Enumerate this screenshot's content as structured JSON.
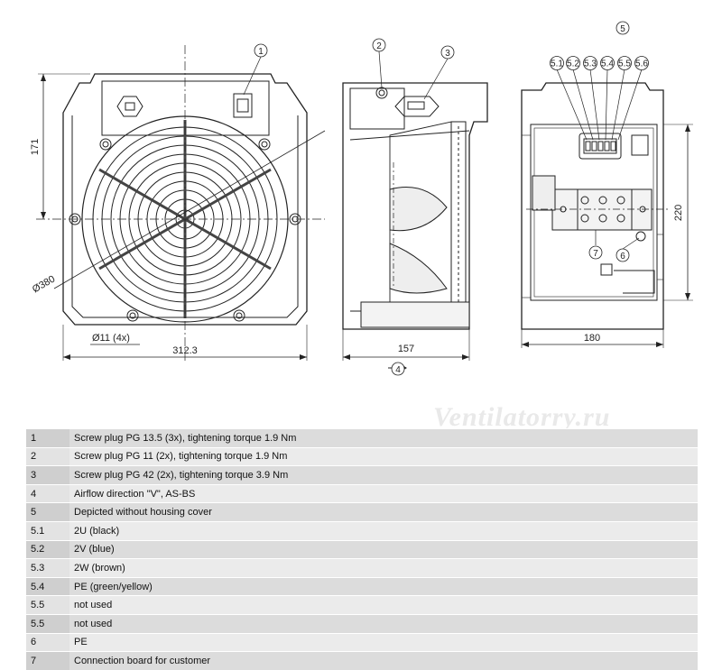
{
  "watermark": "Ventilatorry.ru",
  "dimensions": {
    "height_171": "171",
    "width_312": "312.3",
    "diameter_380": "Ø380",
    "hole_11": "Ø11 (4x)",
    "depth_157": "157",
    "depth_180": "180",
    "height_220": "220"
  },
  "callouts": {
    "c1": "1",
    "c2": "2",
    "c3": "3",
    "c4": "4",
    "c5": "5",
    "c6": "6",
    "c7": "7",
    "c51": "5.1",
    "c52": "5.2",
    "c53": "5.3",
    "c54": "5.4",
    "c55": "5.5",
    "c56": "5.6"
  },
  "legend": [
    {
      "num": "1",
      "text": "Screw plug PG 13.5 (3x), tightening torque 1.9 Nm"
    },
    {
      "num": "2",
      "text": "Screw plug PG 11 (2x), tightening torque 1.9 Nm"
    },
    {
      "num": "3",
      "text": "Screw plug PG 42 (2x), tightening torque 3.9 Nm"
    },
    {
      "num": "4",
      "text": "Airflow direction \"V\", AS-BS"
    },
    {
      "num": "5",
      "text": "Depicted without housing cover"
    },
    {
      "num": "5.1",
      "text": "2U (black)"
    },
    {
      "num": "5.2",
      "text": "2V (blue)"
    },
    {
      "num": "5.3",
      "text": "2W (brown)"
    },
    {
      "num": "5.4",
      "text": "PE (green/yellow)"
    },
    {
      "num": "5.5",
      "text": "not used"
    },
    {
      "num": "5.5",
      "text": "not used"
    },
    {
      "num": "6",
      "text": "PE"
    },
    {
      "num": "7",
      "text": "Connection board for customer"
    }
  ]
}
